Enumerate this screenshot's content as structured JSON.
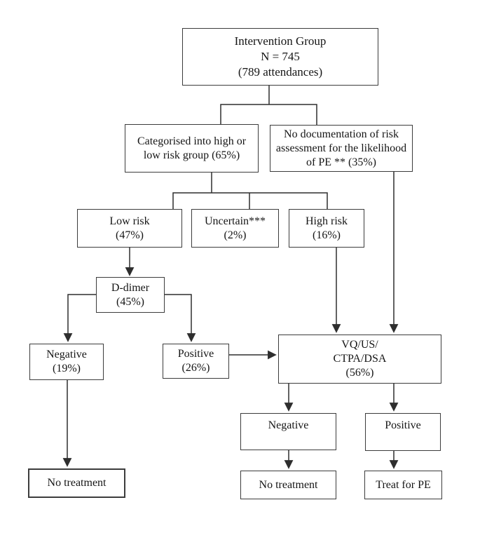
{
  "diagram": {
    "type": "flowchart",
    "background_color": "#ffffff",
    "line_color": "#2e2e2e",
    "text_color": "#151515",
    "nodes": {
      "intervention": {
        "text": "Intervention Group\nN = 745\n(789 attendances)"
      },
      "categorised": {
        "text": "Categorised into high or\nlow risk group (65%)"
      },
      "no_documentation": {
        "text": "No documentation of risk\nassessment for the likelihood\nof PE ** (35%)"
      },
      "low_risk": {
        "text": "Low risk\n(47%)"
      },
      "uncertain": {
        "text": "Uncertain***\n(2%)"
      },
      "high_risk": {
        "text": "High risk\n(16%)"
      },
      "d_dimer": {
        "text": "D-dimer\n(45%)"
      },
      "ddimer_negative": {
        "text": "Negative\n(19%)"
      },
      "ddimer_positive": {
        "text": "Positive\n(26%)"
      },
      "imaging": {
        "text": "VQ/US/\nCTPA/DSA\n(56%)"
      },
      "imaging_negative": {
        "text": "Negative"
      },
      "imaging_positive": {
        "text": "Positive"
      },
      "no_treatment_left": {
        "text": "No treatment"
      },
      "no_treatment_middle": {
        "text": "No treatment"
      },
      "treat_for_pe": {
        "text": "Treat for PE"
      }
    },
    "edges": [
      {
        "from": "intervention",
        "to": "categorised",
        "arrow": false
      },
      {
        "from": "intervention",
        "to": "no_documentation",
        "arrow": false
      },
      {
        "from": "categorised",
        "to": "low_risk",
        "arrow": false
      },
      {
        "from": "categorised",
        "to": "uncertain",
        "arrow": false
      },
      {
        "from": "categorised",
        "to": "high_risk",
        "arrow": false
      },
      {
        "from": "low_risk",
        "to": "d_dimer",
        "arrow": true
      },
      {
        "from": "d_dimer",
        "to": "ddimer_negative",
        "arrow": true
      },
      {
        "from": "d_dimer",
        "to": "ddimer_positive",
        "arrow": true
      },
      {
        "from": "ddimer_negative",
        "to": "no_treatment_left",
        "arrow": true
      },
      {
        "from": "ddimer_positive",
        "to": "imaging",
        "arrow": true
      },
      {
        "from": "high_risk",
        "to": "imaging",
        "arrow": true
      },
      {
        "from": "no_documentation",
        "to": "imaging",
        "arrow": true
      },
      {
        "from": "imaging",
        "to": "imaging_negative",
        "arrow": true
      },
      {
        "from": "imaging",
        "to": "imaging_positive",
        "arrow": true
      },
      {
        "from": "imaging_negative",
        "to": "no_treatment_middle",
        "arrow": true
      },
      {
        "from": "imaging_positive",
        "to": "treat_for_pe",
        "arrow": true
      }
    ]
  }
}
